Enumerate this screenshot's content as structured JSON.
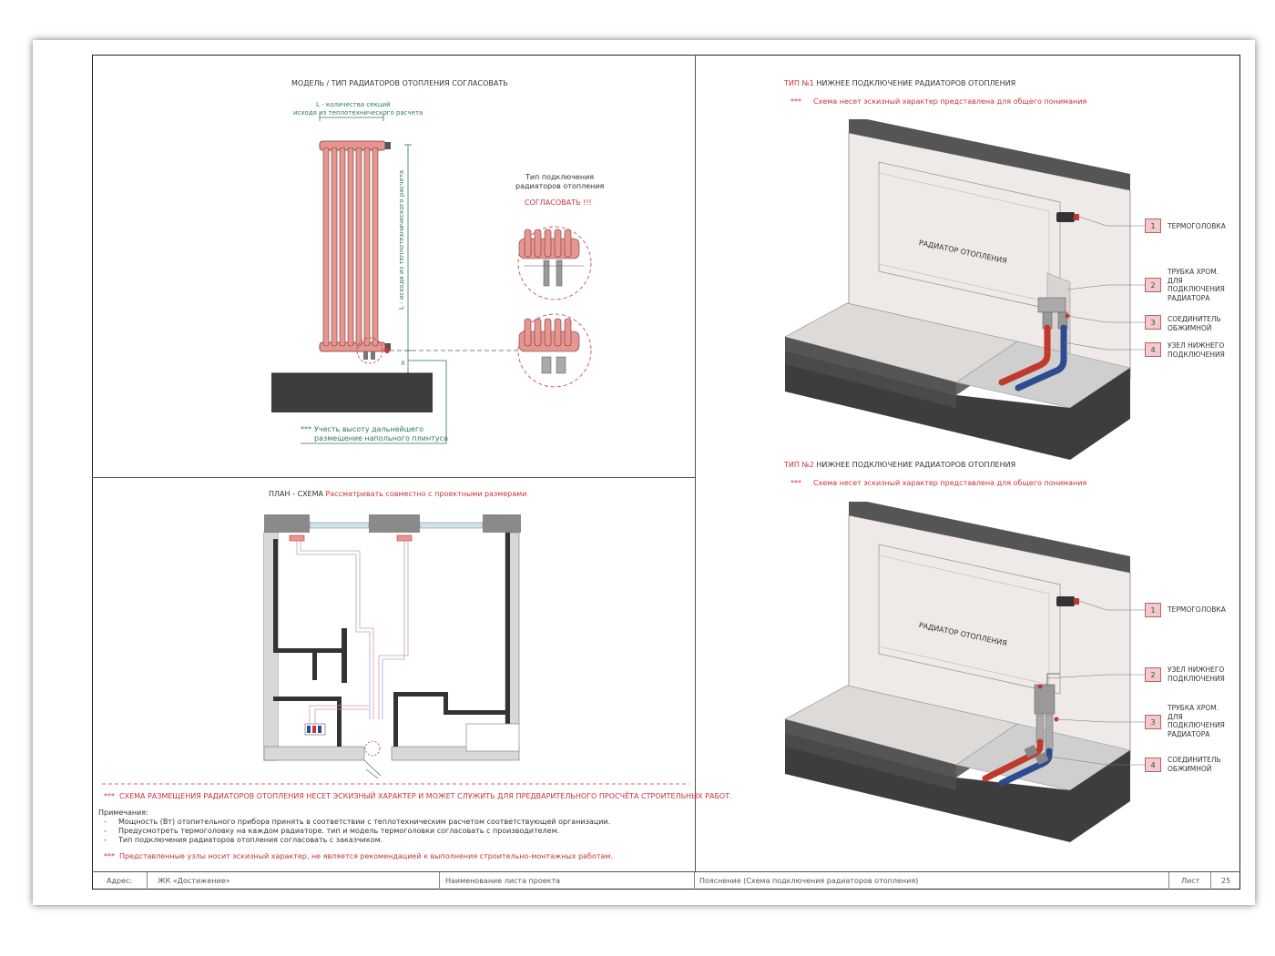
{
  "radiator_model": {
    "title": "МОДЕЛЬ / ТИП РАДИАТОРОВ ОТОПЛЕНИЯ СОГЛАСОВАТЬ",
    "width_note_line1": "L - количества секций",
    "width_note_line2": "исходя из теплотехнического расчета",
    "height_note": "L - исходя из теплотехнического расчета",
    "x_mark": "X",
    "connection_type_line1": "Тип подключения",
    "connection_type_line2": "радиаторов отопления",
    "agree": "СОГЛАСОВАТЬ !!!",
    "plinth_stars": "***",
    "plinth_line1": "Учесть высоту дальнейшего",
    "plinth_line2": "размещение напольного плинтуса"
  },
  "plan": {
    "title": "ПЛАН - СХЕМА",
    "subtitle": "Рассматривать совместно с проектными размерами",
    "stars": "***",
    "note": "СХЕМА РАЗМЕЩЕНИЯ РАДИАТОРОВ ОТОПЛЕНИЯ НЕСЕТ ЭСКИЗНЫЙ ХАРАКТЕР И МОЖЕТ СЛУЖИТЬ ДЛЯ ПРЕДВАРИТЕЛЬНОГО ПРОСЧЁТА СТРОИТЕЛЬНЫХ РАБОТ."
  },
  "notes": {
    "heading": "Примечания:",
    "items": [
      "Мощность (Вт) отопительного прибора принять в соответствии с теплотехническим расчетом соответствующей организации.",
      "Предусмотреть термоголовку на каждом радиаторе. тип и модель термоголовки согласовать с производителем.",
      "Тип подключения радиаторов отопления согласовать с заказчиком."
    ],
    "dash": "-",
    "footer_stars": "***",
    "footer": "Представленные узлы носит эскизный характер, не является рекомендацией к выполнения строительно-монтажных работам."
  },
  "type1": {
    "prefix": "ТИП №1",
    "title": "НИЖНЕЕ ПОДКЛЮЧЕНИЕ РАДИАТОРОВ ОТОПЛЕНИЯ",
    "stars": "***",
    "subtitle": "Схема несет эскизный характер представлена для общего понимания",
    "radiator_label": "РАДИАТОР ОТОПЛЕНИЯ",
    "legend": [
      {
        "num": "1",
        "lines": [
          "ТЕРМОГОЛОВКА"
        ]
      },
      {
        "num": "2",
        "lines": [
          "ТРУБКА ХРОМ.",
          "ДЛЯ",
          "ПОДКЛЮЧЕНИЯ",
          "РАДИАТОРА"
        ]
      },
      {
        "num": "3",
        "lines": [
          "СОЕДИНИТЕЛЬ",
          "ОБЖИМНОЙ"
        ]
      },
      {
        "num": "4",
        "lines": [
          "УЗЕЛ НИЖНЕГО",
          "ПОДКЛЮЧЕНИЯ"
        ]
      }
    ]
  },
  "type2": {
    "prefix": "ТИП №2",
    "title": "НИЖНЕЕ ПОДКЛЮЧЕНИЕ РАДИАТОРОВ ОТОПЛЕНИЯ",
    "stars": "***",
    "subtitle": "Схема несет эскизный характер представлена для общего понимания",
    "radiator_label": "РАДИАТОР ОТОПЛЕНИЯ",
    "legend": [
      {
        "num": "1",
        "lines": [
          "ТЕРМОГОЛОВКА"
        ]
      },
      {
        "num": "2",
        "lines": [
          "УЗЕЛ НИЖНЕГО",
          "ПОДКЛЮЧЕНИЯ"
        ]
      },
      {
        "num": "3",
        "lines": [
          "ТРУБКА ХРОМ.",
          "ДЛЯ",
          "ПОДКЛЮЧЕНИЯ",
          "РАДИАТОРА"
        ]
      },
      {
        "num": "4",
        "lines": [
          "СОЕДИНИТЕЛЬ",
          "ОБЖИМНОЙ"
        ]
      }
    ]
  },
  "title_block": {
    "address_label": "Адрес:",
    "address_value": "ЖК «Достижение»",
    "sheet_name": "Наименование листа проекта",
    "description": "Пояснение (Схема подключения радиаторов отопления)",
    "sheet_label": "Лист",
    "sheet_number": "25"
  },
  "colors": {
    "accent_red": "#c8323c",
    "radiator_pink": "#e89590",
    "note_green": "#2f7a52",
    "pipe_red": "#c0392b",
    "pipe_blue": "#2e4b8f",
    "legend_fill": "#f3c9cc"
  }
}
